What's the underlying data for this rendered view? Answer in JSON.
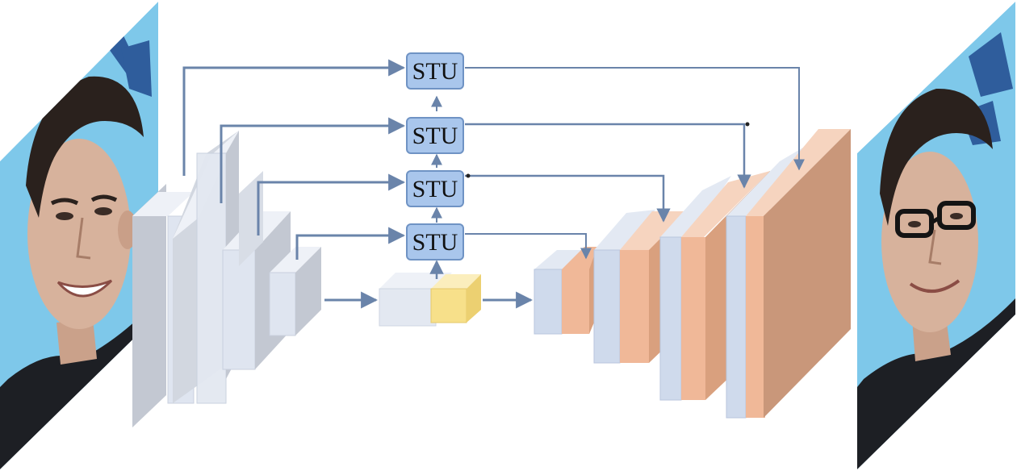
{
  "stu_blocks": [
    {
      "label": "STU"
    },
    {
      "label": "STU"
    },
    {
      "label": "STU"
    },
    {
      "label": "STU"
    }
  ],
  "colors": {
    "encoder_face": "#dfe5f0",
    "encoder_side": "#c3c8d2",
    "encoder_top": "#eef1f7",
    "decoder_orange": "#f0b898",
    "decoder_orange_side": "#d9a07e",
    "decoder_blue": "#c9d6ea",
    "bottleneck_yellow": "#f7e08a",
    "stu_fill": "#a9c6ec",
    "stu_stroke": "#6f93c4",
    "arrow": "#6a84aa",
    "photo_bg": "#7ec8ea"
  }
}
